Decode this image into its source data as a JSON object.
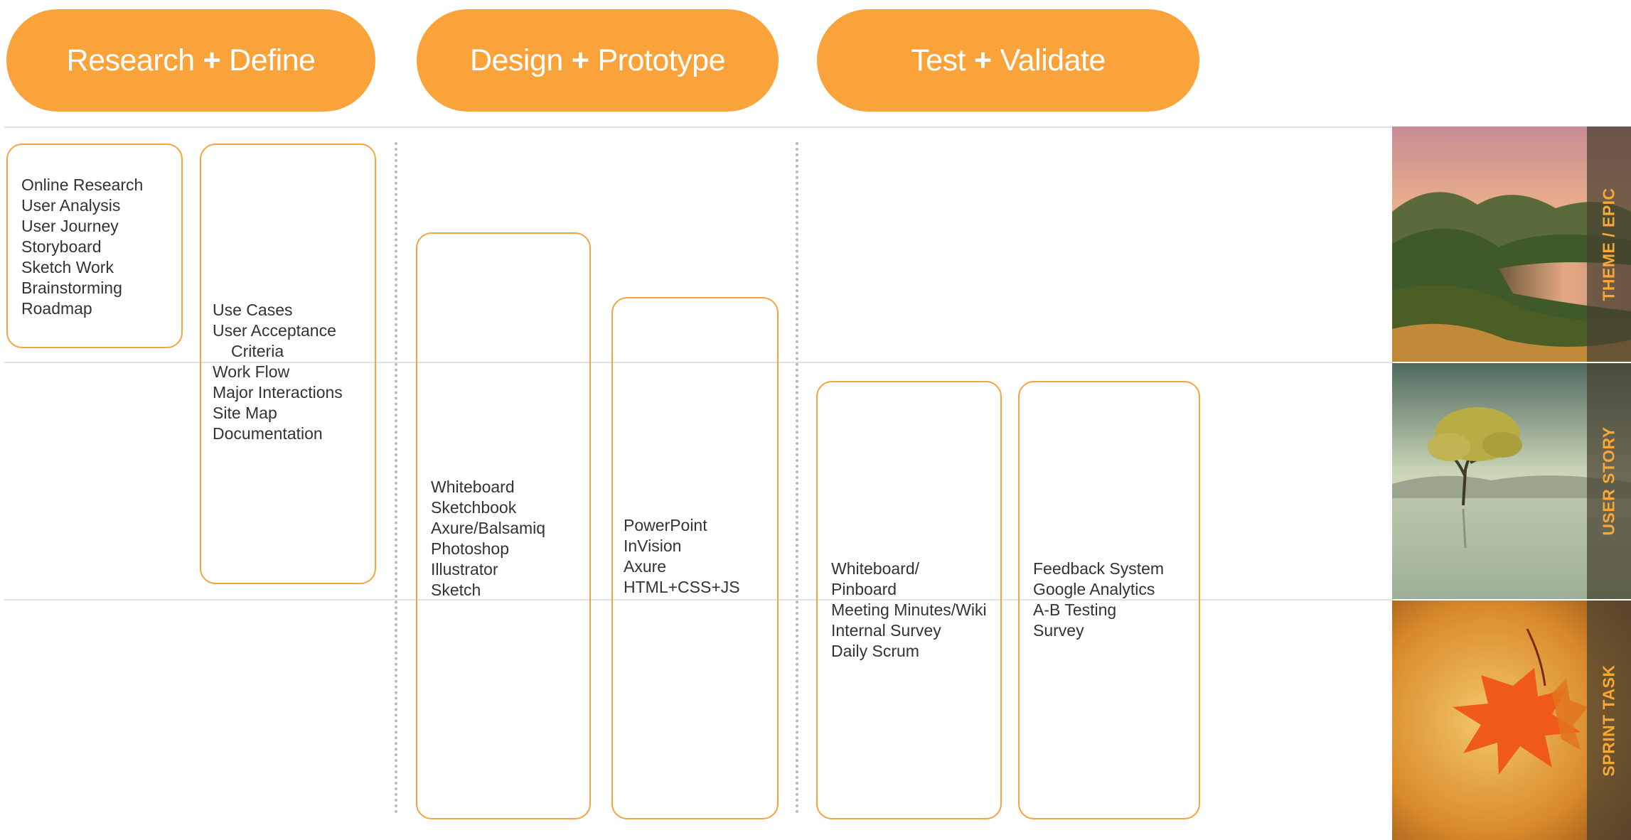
{
  "phases": [
    {
      "left": "Research",
      "plus": "+",
      "right": "Define"
    },
    {
      "left": "Design",
      "plus": "+",
      "right": "Prototype"
    },
    {
      "left": "Test",
      "plus": "+",
      "right": "Validate"
    }
  ],
  "cards": [
    {
      "items": [
        "Online Research",
        "User Analysis",
        "User Journey",
        "Storyboard",
        "Sketch Work",
        "Brainstorming",
        "Roadmap"
      ]
    },
    {
      "items": [
        "Use Cases",
        "User Acceptance",
        "Criteria",
        "Work Flow",
        "Major Interactions",
        "Site Map",
        "Documentation"
      ]
    },
    {
      "items": [
        "Whiteboard",
        "Sketchbook",
        "Axure/Balsamiq",
        "Photoshop",
        "Illustrator",
        "Sketch"
      ]
    },
    {
      "items": [
        "PowerPoint",
        "InVision",
        "Axure",
        "HTML+CSS+JS"
      ]
    },
    {
      "items": [
        "Whiteboard/",
        "Pinboard",
        "Meeting Minutes/Wiki",
        "Internal Survey",
        "Daily Scrum"
      ]
    },
    {
      "items": [
        "Feedback System",
        "Google Analytics",
        "A-B Testing",
        "Survey"
      ]
    }
  ],
  "levels": [
    {
      "label": "THEME / EPIC",
      "image": "mountain-lake-sunset-photo"
    },
    {
      "label": "USER STORY",
      "image": "lone-tree-in-lake-photo"
    },
    {
      "label": "SPRINT TASK",
      "image": "autumn-maple-leaf-photo"
    }
  ],
  "colors": {
    "accent": "#f9a33a",
    "card_border": "#f6a43f",
    "label_text": "#f8a735"
  }
}
